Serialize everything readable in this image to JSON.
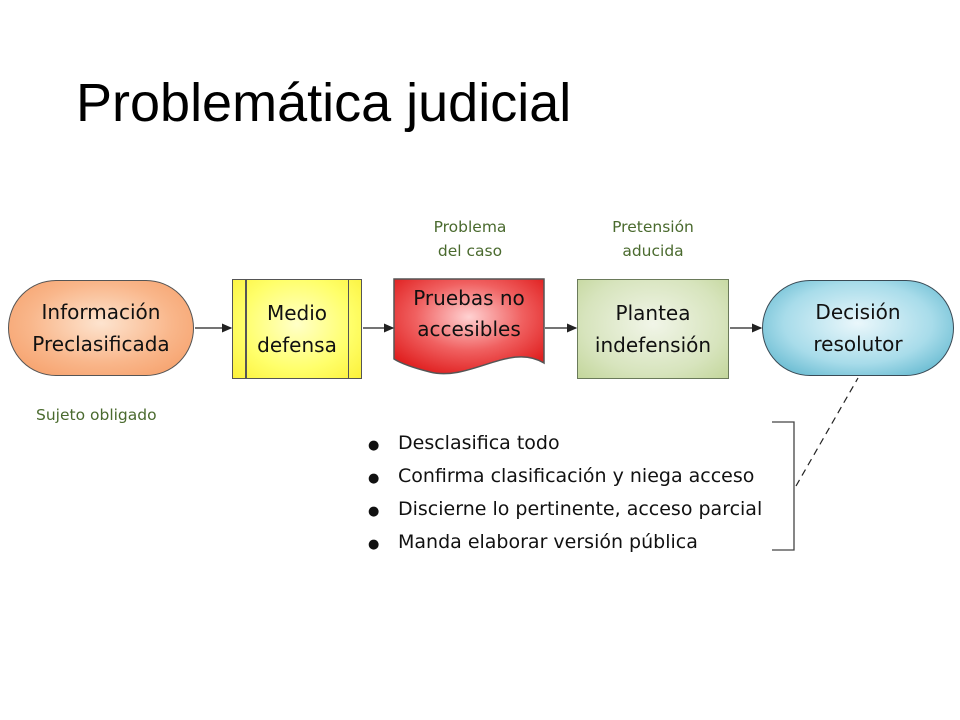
{
  "title": "Problemática judicial",
  "captions": {
    "problema": [
      "Problema",
      "del caso"
    ],
    "pretension": [
      "Pretensión",
      "aducida"
    ],
    "sujeto": "Sujeto obligado"
  },
  "nodes": [
    {
      "id": "informacion",
      "lines": [
        "Información",
        "Preclasificada"
      ],
      "color": "#f79646"
    },
    {
      "id": "medio",
      "lines": [
        "Medio",
        "defensa"
      ],
      "color": "#ffff00"
    },
    {
      "id": "pruebas",
      "lines": [
        "Pruebas no",
        "accesibles"
      ],
      "color": "#ff0000"
    },
    {
      "id": "plantea",
      "lines": [
        "Plantea",
        "indefensión"
      ],
      "color": "#c3d69b"
    },
    {
      "id": "decision",
      "lines": [
        "Decisión",
        "resolutor"
      ],
      "color": "#4bacc6"
    }
  ],
  "bullets": [
    "Desclasifica todo",
    "Confirma clasificación y niega acceso",
    "Discierne lo pertinente, acceso parcial",
    "Manda elaborar versión pública"
  ],
  "bullet_icon": "solid-circle-bullet"
}
